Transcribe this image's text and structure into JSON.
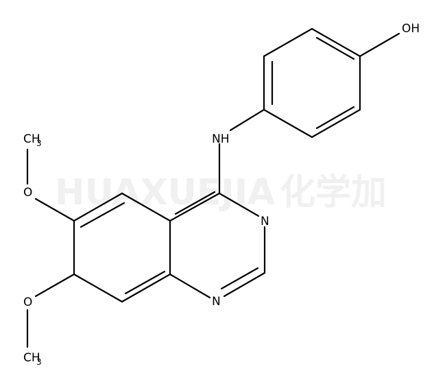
{
  "watermark": {
    "latin": "HUAXUEJIA",
    "registered": "®",
    "cjk": "化学加"
  },
  "atoms": {
    "oh": {
      "main": "OH"
    },
    "nh": {
      "main": "NH"
    },
    "n_upper": {
      "main": "N"
    },
    "n_lower": {
      "main": "N"
    },
    "o_upper": {
      "main": "O"
    },
    "o_lower": {
      "main": "O"
    },
    "ch3_top": {
      "main": "CH",
      "sub": "3"
    },
    "ch3_bottom": {
      "main": "CH",
      "sub": "3"
    }
  },
  "colors": {
    "bond": "#000000",
    "text": "#000000",
    "watermark": "#f0f0f0"
  }
}
